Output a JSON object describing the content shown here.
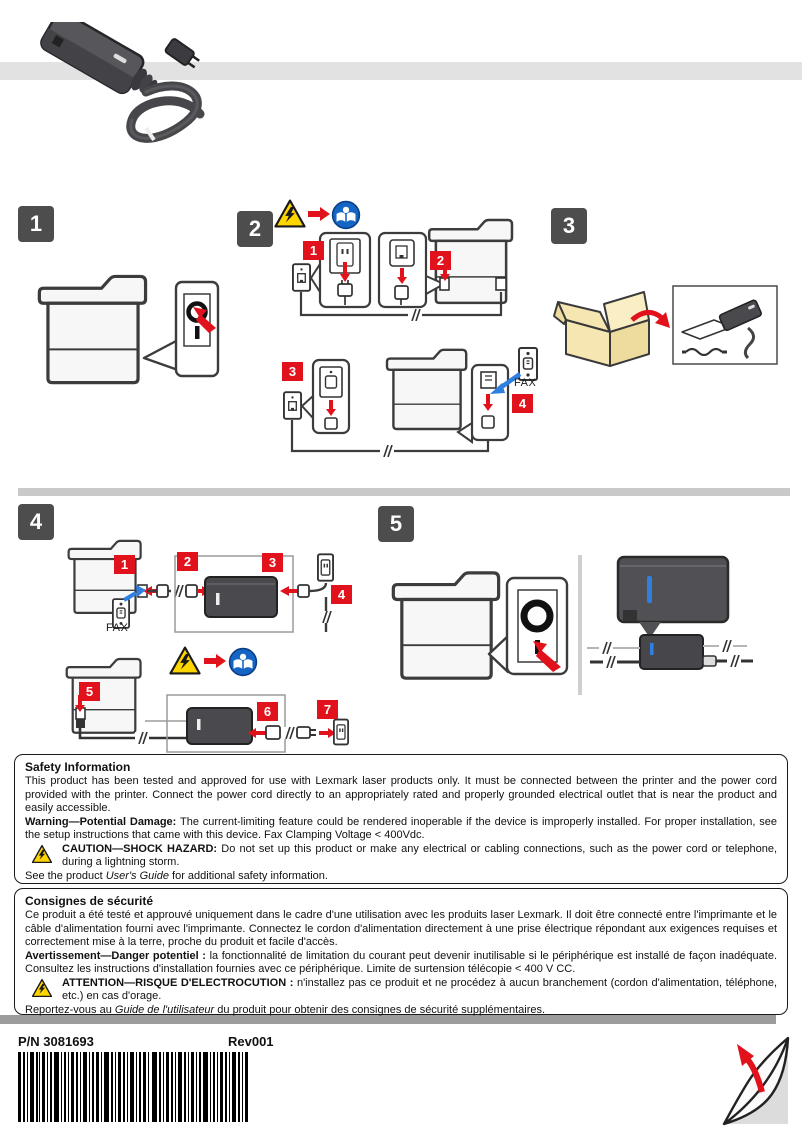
{
  "steps": {
    "s1": "1",
    "s2": "2",
    "s3": "3",
    "s4": "4",
    "s5": "5"
  },
  "callouts": {
    "s2": [
      "1",
      "2",
      "3",
      "4"
    ],
    "s4": [
      "1",
      "2",
      "3",
      "4",
      "5",
      "6",
      "7"
    ]
  },
  "labels": {
    "fax": "FAX"
  },
  "footer": {
    "part_number": "P/N 3081693",
    "revision": "Rev001"
  },
  "safety_en": {
    "title": "Safety Information",
    "p1": "This product has been tested and approved for use with Lexmark laser products only. It must be connected between the printer and the power cord provided with the printer. Connect the power cord directly to an appropriately rated and properly grounded electrical outlet that is near the product and easily accessible.",
    "warning_label": "Warning—Potential Damage:",
    "warning_text": "The current-limiting feature could be rendered inoperable if the device is improperly installed. For proper installation, see the setup instructions that came with this device. Fax Clamping Voltage < 400Vdc.",
    "caution_label": "CAUTION—SHOCK HAZARD:",
    "caution_text": "Do not set up this product or make any electrical or cabling connections, such as the power cord or telephone, during a lightning storm.",
    "see_pre": "See the product ",
    "see_italic": "User's Guide",
    "see_post": " for additional safety information."
  },
  "safety_fr": {
    "title": "Consignes de sécurité",
    "p1": "Ce produit a été testé et approuvé uniquement dans le cadre d'une utilisation avec les produits laser Lexmark. Il doit être connecté entre l'imprimante et le câble d'alimentation fourni avec l'imprimante. Connectez le cordon d'alimentation directement à une prise électrique répondant aux exigences requises et correctement mise à la terre, proche du produit et facile d'accès.",
    "warning_label": "Avertissement—Danger potentiel :",
    "warning_text": "la fonctionnalité de limitation du courant peut devenir inutilisable si le périphérique est installé de façon inadéquate. Consultez les instructions d'installation fournies avec ce périphérique. Limite de surtension télécopie < 400 V CC.",
    "caution_label": "ATTENTION—RISQUE D'ELECTROCUTION :",
    "caution_text": "n'installez pas ce produit et ne procédez à aucun branchement (cordon d'alimentation, téléphone, etc.) en cas d'orage.",
    "see_pre": "Reportez-vous au ",
    "see_italic": "Guide de l'utilisateur",
    "see_post": " du produit pour obtenir des consignes de sécurité supplémentaires."
  },
  "colors": {
    "accent_red": "#e2121d",
    "warning_yellow": "#ffd500",
    "info_blue": "#1566c4",
    "led_blue": "#2f7fe0",
    "step_badge_gray": "#4d4d4d",
    "band_light_gray": "#e2e2e2",
    "band_mid_gray": "#c9c9c9",
    "band_dark_gray": "#9c9c9c"
  }
}
